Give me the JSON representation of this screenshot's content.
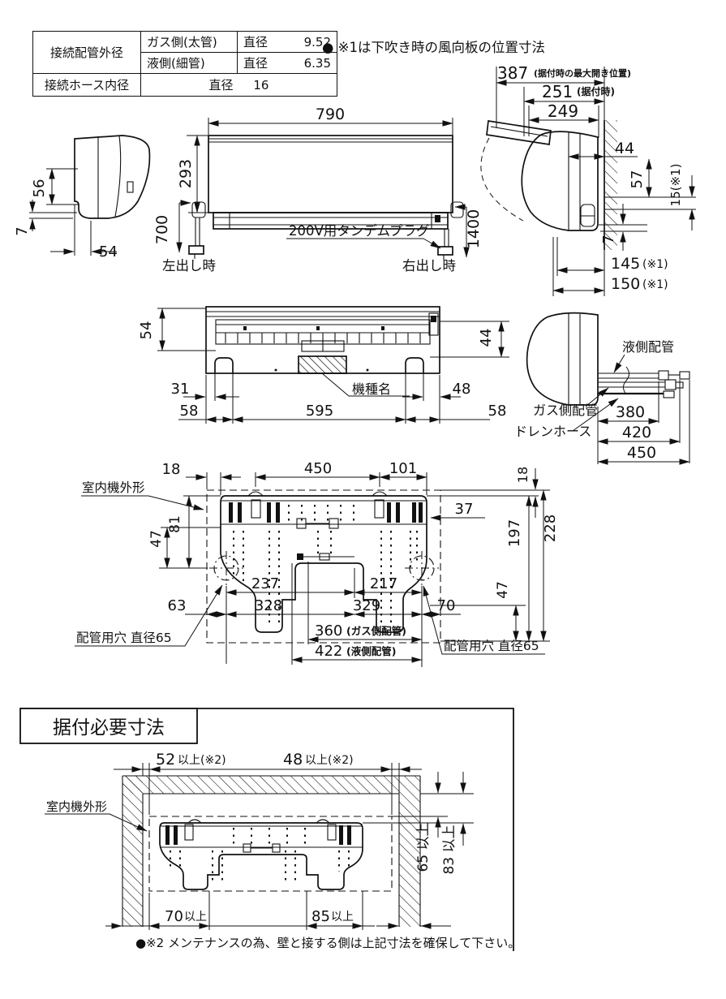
{
  "colors": {
    "ink": "#111111",
    "bg": "#ffffff"
  },
  "spec_table": {
    "pipe_od_label": "接続配管外径",
    "gas_label": "ガス側(太管)",
    "gas_prefix": "直径",
    "gas_value": "9.52",
    "liquid_label": "液側(細管)",
    "liquid_prefix": "直径",
    "liquid_value": "6.35",
    "hose_label": "接続ホース内径",
    "hose_prefix": "直径",
    "hose_value": "16"
  },
  "notes": {
    "note1": "● ※1は下吹き時の風向板の位置寸法",
    "note2": "●※2 メンテナンスの為、壁と接する側は上記寸法を確保して下さい。"
  },
  "left_side_view": {
    "d56": "56",
    "d7": "7",
    "d54": "54"
  },
  "front_view": {
    "d790": "790",
    "d293": "293",
    "d700": "700",
    "d1400": "1400",
    "plug_label": "200V用タンデムプラグ",
    "left_exit": "左出し時",
    "right_exit": "右出し時"
  },
  "right_side_view": {
    "d387": "387",
    "d387_suffix": "(据付時の最大開き位置)",
    "d251": "251",
    "d251_suffix": "(据付時)",
    "d249": "249",
    "d44": "44",
    "d57": "57",
    "d15": "15(※1)",
    "d7": "7",
    "d145": "145",
    "d145_suffix": "(※1)",
    "d150": "150",
    "d150_suffix": "(※1)"
  },
  "bottom_view": {
    "d54": "54",
    "d44": "44",
    "d31": "31",
    "d48": "48",
    "d58_left": "58",
    "d595": "595",
    "d58_right": "58",
    "model_label": "機種名"
  },
  "piping_view": {
    "liquid_label": "液側配管",
    "gas_label": "ガス側配管",
    "drain_label": "ドレンホース",
    "d380": "380",
    "d420": "420",
    "d450": "450"
  },
  "plate_view": {
    "outline_label": "室内機外形",
    "d18_left": "18",
    "d450": "450",
    "d101": "101",
    "d18_right": "18",
    "d37": "37",
    "d197": "197",
    "d228": "228",
    "d47_left": "47",
    "d81": "81",
    "d47_right": "47",
    "d237": "237",
    "d217": "217",
    "d63": "63",
    "d328": "328",
    "d329": "329",
    "d70": "70",
    "d360": "360",
    "d360_suffix": "(ガス側配管)",
    "d422": "422",
    "d422_suffix": "(液側配管)",
    "pipe_hole_left": "配管用穴 直径65",
    "pipe_hole_right": "配管用穴 直径65"
  },
  "install_section": {
    "title": "据付必要寸法",
    "outline_label": "室内機外形",
    "d52": "52",
    "d52_suffix": "以上(※2)",
    "d48": "48",
    "d48_suffix": "以上(※2)",
    "d65": "65 以上",
    "d83": "83 以上",
    "d70": "70",
    "d70_suffix": "以上",
    "d85": "85",
    "d85_suffix": "以上"
  }
}
